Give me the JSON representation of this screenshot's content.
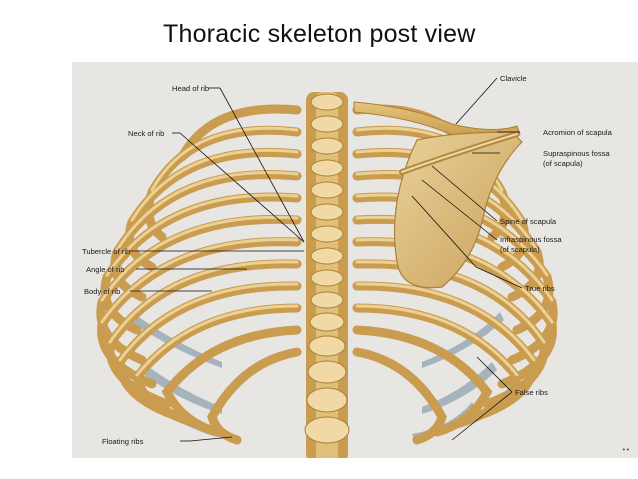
{
  "slide": {
    "title": "Thoracic skeleton post view"
  },
  "figure": {
    "labels": {
      "head_of_rib": "Head of rib",
      "neck_of_rib": "Neck of rib",
      "tubercle_of_rib": "Tubercle of rib",
      "angle_of_rib": "Angle of rib",
      "body_of_rib": "Body of rib",
      "floating_ribs": "Floating ribs",
      "clavicle": "Clavicle",
      "acromion": "Acromion of scapula",
      "supraspinous_1": "Supraspinous fossa",
      "supraspinous_2": "(of scapula)",
      "spine_of_scapula": "Spine of scapula",
      "infraspinous_1": "Infraspinous fossa",
      "infraspinous_2": "(of scapula)",
      "true_ribs": "True ribs",
      "false_ribs": "False ribs"
    },
    "colors": {
      "bone": "#d9b46a",
      "bone_dark": "#a9803a",
      "cartilage": "#8fa3b0",
      "background": "#e8e6e3"
    }
  }
}
